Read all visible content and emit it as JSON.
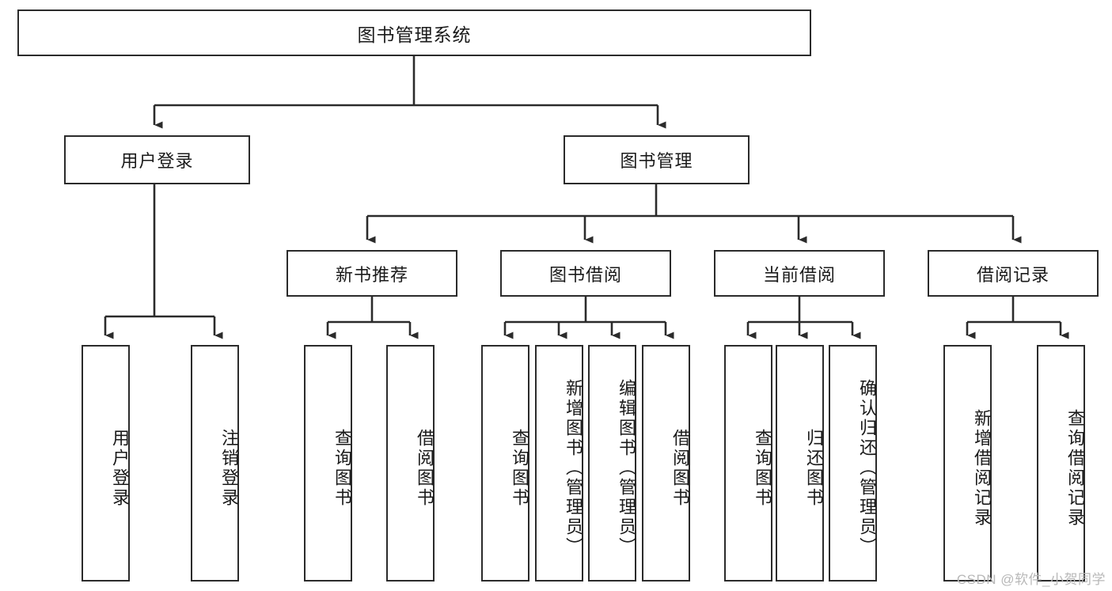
{
  "diagram": {
    "title": "图书管理系统",
    "type": "functional-structure-tree",
    "root": {
      "id": "root",
      "label": "图书管理系统"
    },
    "level2": [
      {
        "id": "user-login",
        "label": "用户登录"
      },
      {
        "id": "book-management",
        "label": "图书管理"
      }
    ],
    "level3": [
      {
        "id": "new-book-recommend",
        "label": "新书推荐"
      },
      {
        "id": "book-borrow",
        "label": "图书借阅"
      },
      {
        "id": "current-borrow",
        "label": "当前借阅"
      },
      {
        "id": "borrow-record",
        "label": "借阅记录"
      }
    ],
    "leaves": {
      "user_login": [
        {
          "id": "leaf-user-login",
          "label": "用户登录"
        },
        {
          "id": "leaf-logout-login",
          "label": "注销登录"
        }
      ],
      "new_book_recommend": [
        {
          "id": "leaf-query-book-1",
          "label": "查询图书"
        },
        {
          "id": "leaf-borrow-book-1",
          "label": "借阅图书"
        }
      ],
      "book_borrow": [
        {
          "id": "leaf-query-book-2",
          "label": "查询图书"
        },
        {
          "id": "leaf-add-book",
          "label": "新增图书（管理员）"
        },
        {
          "id": "leaf-edit-book",
          "label": "编辑图书（管理员）"
        },
        {
          "id": "leaf-borrow-book-2",
          "label": "借阅图书"
        }
      ],
      "current_borrow": [
        {
          "id": "leaf-query-book-3",
          "label": "查询图书"
        },
        {
          "id": "leaf-return-book",
          "label": "归还图书"
        },
        {
          "id": "leaf-confirm-return",
          "label": "确认归还（管理员）"
        }
      ],
      "borrow_record": [
        {
          "id": "leaf-add-record",
          "label": "新增借阅记录"
        },
        {
          "id": "leaf-query-record",
          "label": "查询借阅记录"
        }
      ]
    },
    "watermark": "CSDN @软件_小贺同学",
    "colors": {
      "stroke": "#2b2b2b",
      "fill": "#ffffff",
      "text": "#1a1a1a",
      "watermark": "#b8b8b8"
    }
  }
}
